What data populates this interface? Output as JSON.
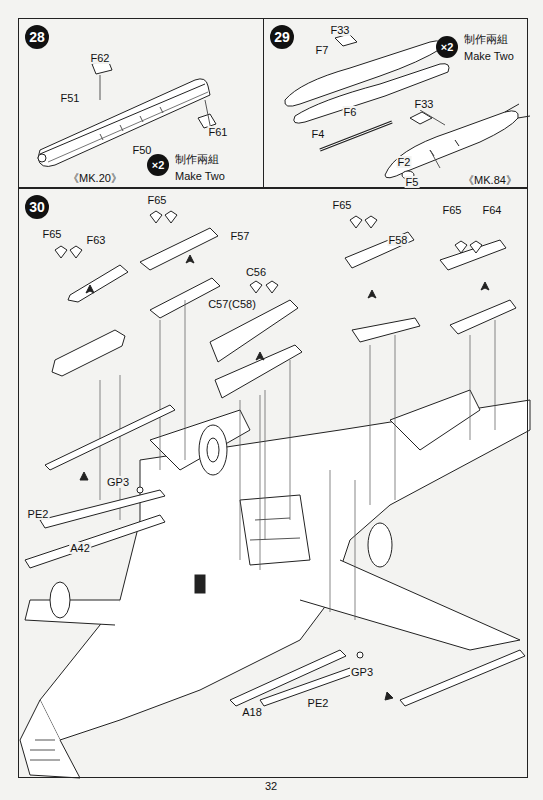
{
  "diagram": {
    "nodes": [
      {
        "text": [
          "28"
        ]
      },
      {
        "text": [
          "29"
        ]
      },
      {
        "text": [
          "30"
        ]
      }
    ],
    "labels": [
      "F62",
      "F51",
      "F61",
      "F50",
      "《MK.20》",
      "×2",
      "制作兩組",
      "Make Two",
      "F33",
      "F7",
      "×2",
      "制作兩組",
      "Make Two",
      "F6",
      "F33",
      "F4",
      "F2",
      "F5",
      "《MK.84》",
      "F65",
      "F63",
      "F65",
      "F57",
      "C56",
      "C57(C58)",
      "F65",
      "F58",
      "F65",
      "F64",
      "GP3",
      "PE2",
      "A42",
      "GP3",
      "PE2",
      "A18",
      "32"
    ]
  }
}
